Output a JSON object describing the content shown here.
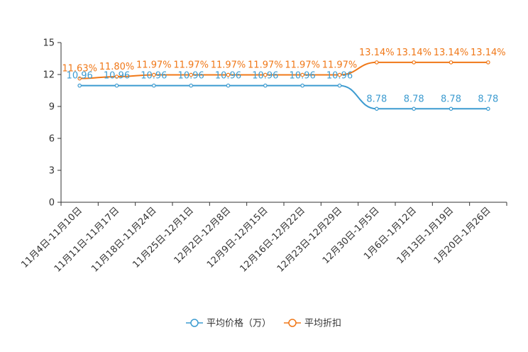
{
  "chart_data": {
    "type": "line",
    "categories": [
      "11月4日-11月10日",
      "11月11日-11月17日",
      "11月18日-11月24日",
      "11月25日-12月1日",
      "12月2日-12月8日",
      "12月9日-12月15日",
      "12月16日-12月22日",
      "12月23日-12月29日",
      "12月30日-1月5日",
      "1月6日-1月12日",
      "1月13日-1月19日",
      "1月20日-1月26日"
    ],
    "series": [
      {
        "name": "平均价格（万）",
        "color": "#3c9bd0",
        "values": [
          10.96,
          10.96,
          10.96,
          10.96,
          10.96,
          10.96,
          10.96,
          10.96,
          8.78,
          8.78,
          8.78,
          8.78
        ],
        "labels": [
          "10.96",
          "10.96",
          "10.96",
          "10.96",
          "10.96",
          "10.96",
          "10.96",
          "10.96",
          "8.78",
          "8.78",
          "8.78",
          "8.78"
        ]
      },
      {
        "name": "平均折扣",
        "color": "#f07818",
        "values": [
          11.63,
          11.8,
          11.97,
          11.97,
          11.97,
          11.97,
          11.97,
          11.97,
          13.14,
          13.14,
          13.14,
          13.14
        ],
        "labels": [
          "11.63%",
          "11.80%",
          "11.97%",
          "11.97%",
          "11.97%",
          "11.97%",
          "11.97%",
          "11.97%",
          "13.14%",
          "13.14%",
          "13.14%",
          "13.14%"
        ]
      }
    ],
    "yticks": [
      "0",
      "3",
      "6",
      "9",
      "12",
      "15"
    ],
    "ylim": [
      0,
      15
    ],
    "legend_position": "bottom-center",
    "grid": false
  }
}
